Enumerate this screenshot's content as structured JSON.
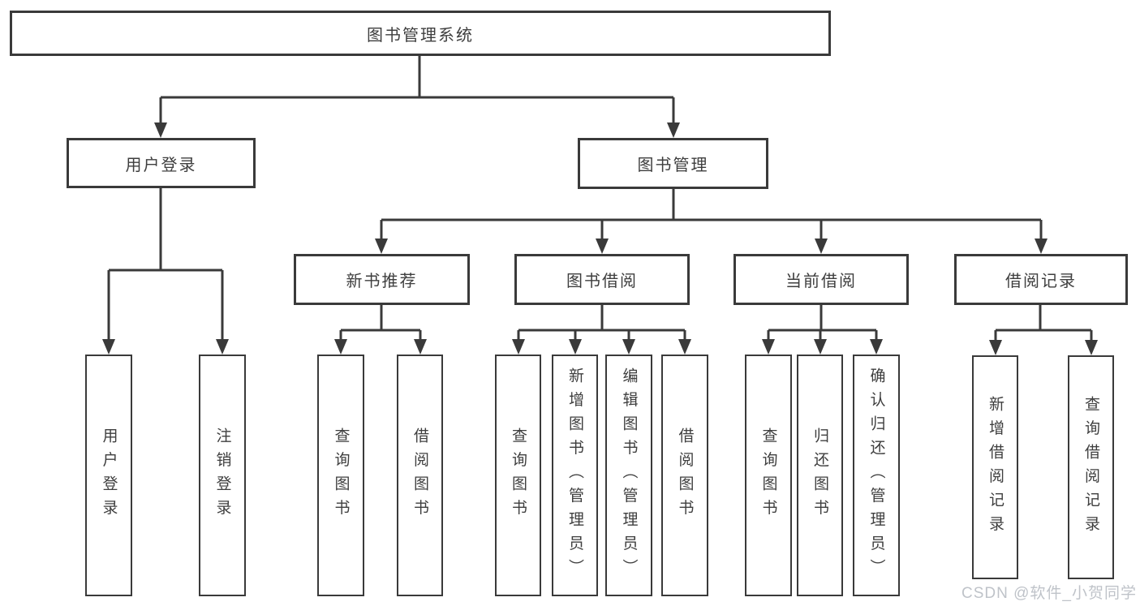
{
  "tree": {
    "root": {
      "label": "图书管理系统"
    },
    "level2": [
      {
        "label": "用户登录"
      },
      {
        "label": "图书管理"
      }
    ],
    "level3": [
      {
        "label": "新书推荐",
        "parent": "图书管理"
      },
      {
        "label": "图书借阅",
        "parent": "图书管理"
      },
      {
        "label": "当前借阅",
        "parent": "图书管理"
      },
      {
        "label": "借阅记录",
        "parent": "图书管理"
      }
    ],
    "leaves": [
      {
        "label": "用户登录",
        "parent": "用户登录"
      },
      {
        "label": "注销登录",
        "parent": "用户登录"
      },
      {
        "label": "查询图书",
        "parent": "新书推荐"
      },
      {
        "label": "借阅图书",
        "parent": "新书推荐"
      },
      {
        "label": "查询图书",
        "parent": "图书借阅"
      },
      {
        "label": "新增图书（管理员）",
        "parent": "图书借阅"
      },
      {
        "label": "编辑图书（管理员）",
        "parent": "图书借阅"
      },
      {
        "label": "借阅图书",
        "parent": "图书借阅"
      },
      {
        "label": "查询图书",
        "parent": "当前借阅"
      },
      {
        "label": "归还图书",
        "parent": "当前借阅"
      },
      {
        "label": "确认归还（管理员）",
        "parent": "当前借阅"
      },
      {
        "label": "新增借阅记录",
        "parent": "借阅记录"
      },
      {
        "label": "查询借阅记录",
        "parent": "借阅记录"
      }
    ]
  },
  "watermark": {
    "text": "CSDN @软件_小贺同学"
  },
  "colors": {
    "line": "#3a3a3a",
    "text": "#3e3e3e",
    "background": "#ffffff",
    "watermark": "#bfc3c9"
  }
}
